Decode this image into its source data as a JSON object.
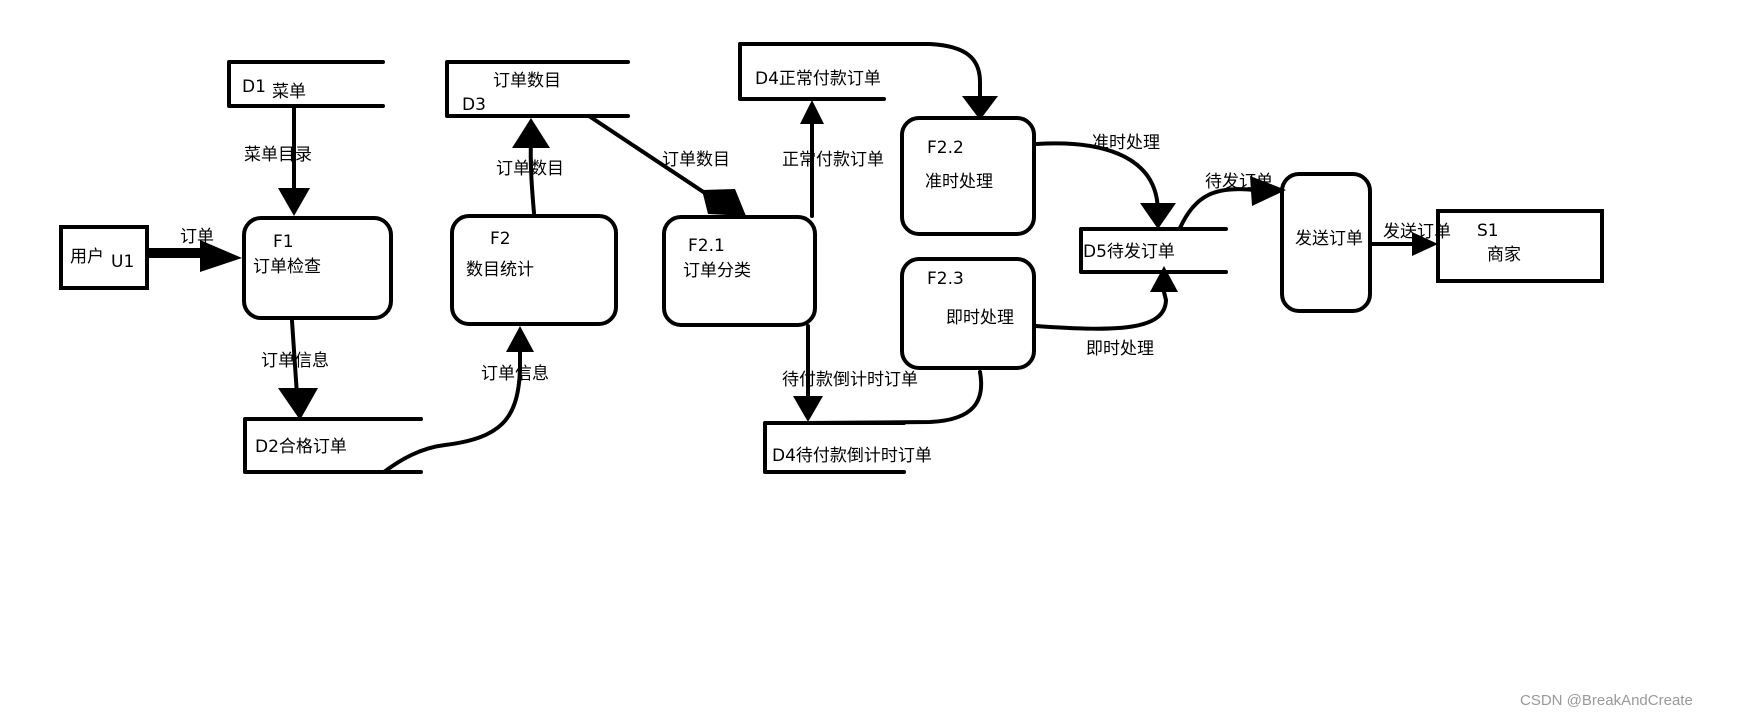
{
  "entities": {
    "user": {
      "name": "用户",
      "id": "U1"
    },
    "merchant": {
      "id": "S1",
      "name": "商家"
    }
  },
  "processes": {
    "f1": {
      "id": "F1",
      "name": "订单检查"
    },
    "f2": {
      "id": "F2",
      "name": "数目统计"
    },
    "f21": {
      "id": "F2.1",
      "name": "订单分类"
    },
    "f22": {
      "id": "F2.2",
      "name": "准时处理"
    },
    "f23": {
      "id": "F2.3",
      "name": "即时处理"
    },
    "send": {
      "name": "发送订单"
    }
  },
  "stores": {
    "d1": {
      "id": "D1",
      "name": "菜单"
    },
    "d2": {
      "label": "D2合格订单"
    },
    "d3": {
      "id": "D3",
      "name": "订单数目"
    },
    "d4a": {
      "label": "D4正常付款订单"
    },
    "d4b": {
      "label": "D4待付款倒计时订单"
    },
    "d5": {
      "label": "D5待发订单"
    }
  },
  "flows": {
    "menu_list": "菜单目录",
    "order": "订单",
    "order_info_1": "订单信息",
    "order_info_2": "订单信息",
    "order_count_1": "订单数目",
    "order_count_2": "订单数目",
    "normal_paid": "正常付款订单",
    "pending_countdown": "待付款倒计时订单",
    "ontime_1": "准时处理",
    "immediate_1": "即时处理",
    "pending_send": "待发订单",
    "send_order": "发送订单"
  },
  "watermark": "CSDN @BreakAndCreate"
}
